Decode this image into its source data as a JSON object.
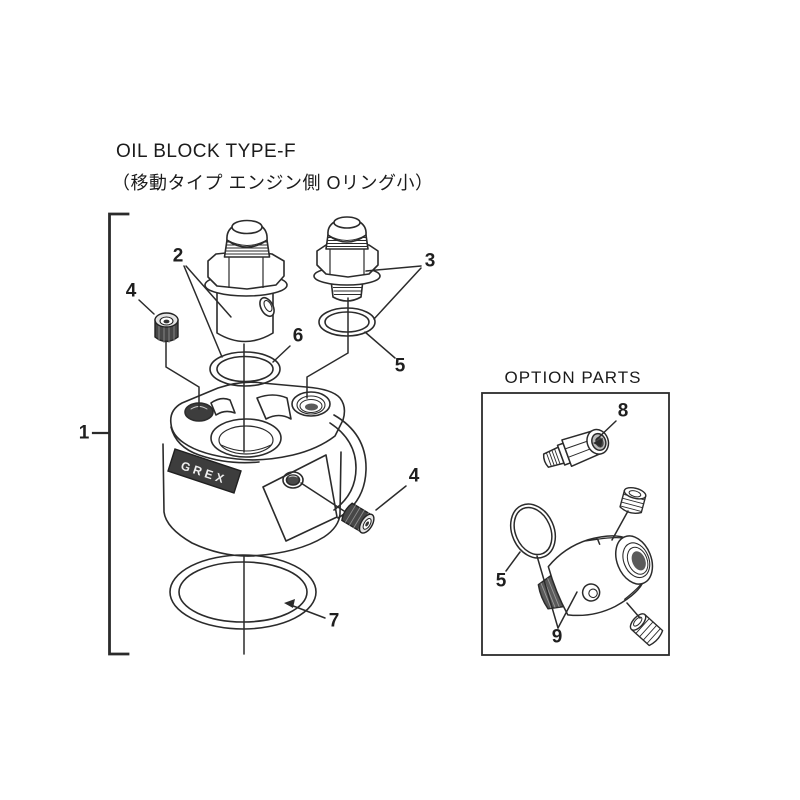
{
  "title": {
    "main": "OIL BLOCK TYPE-F",
    "sub": "（移動タイプ エンジン側 Oリング小）"
  },
  "diagram": {
    "logo_text": "GREX",
    "part_labels": {
      "assembly": "1",
      "center_fitting": "2",
      "right_fitting": "3",
      "top_plug": "4",
      "side_plug": "4",
      "right_oring": "5",
      "center_oring": "6",
      "bottom_oring": "7"
    }
  },
  "option_box": {
    "title": "OPTION PARTS",
    "part_labels": {
      "adapter": "8",
      "oring": "5",
      "sensor_block": "9"
    }
  },
  "colors": {
    "line": "#2b2b2b",
    "dark_fill": "#3d3d3d",
    "background": "#ffffff"
  }
}
